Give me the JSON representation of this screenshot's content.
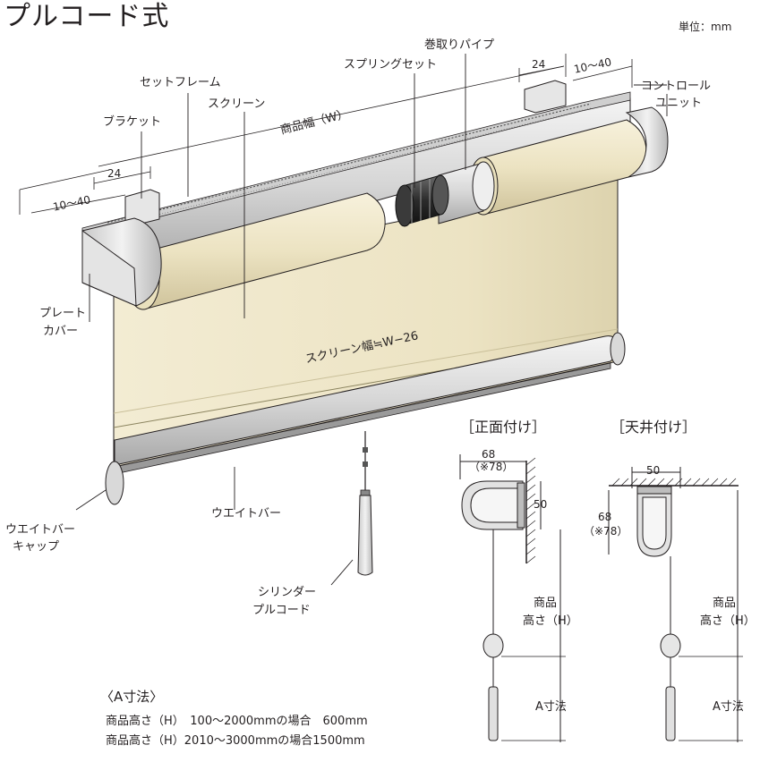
{
  "title": "プルコード式",
  "unit": "単位：mm",
  "labels": {
    "set_frame": "セットフレーム",
    "bracket": "ブラケット",
    "screen": "スクリーン",
    "product_width": "商品幅（W）",
    "spring_set": "スプリングセット",
    "winding_pipe": "巻取りパイプ",
    "control_unit_1": "コントロール",
    "control_unit_2": "ユニット",
    "plate_cover_1": "プレート",
    "plate_cover_2": "カバー",
    "screen_width": "スクリーン幅≒W−26",
    "weight_bar": "ウエイトバー",
    "weight_bar_cap_1": "ウエイトバー",
    "weight_bar_cap_2": "キャップ",
    "cylinder_cord_1": "シリンダー",
    "cylinder_cord_2": "プルコード"
  },
  "dims": {
    "left_24": "24",
    "left_10_40": "10～40",
    "right_24": "24",
    "right_10_40": "10～40"
  },
  "front_mount": {
    "heading": "［正面付け］",
    "depth": "68",
    "depth_alt": "（※78）",
    "height": "50",
    "product_height_1": "商品",
    "product_height_2": "高さ（H）",
    "a_dim": "A寸法"
  },
  "ceiling_mount": {
    "heading": "［天井付け］",
    "width": "50",
    "depth": "68",
    "depth_alt": "（※78）",
    "product_height_1": "商品",
    "product_height_2": "高さ（H）",
    "a_dim": "A寸法"
  },
  "a_note": {
    "heading": "〈A寸法〉",
    "line1": "商品高さ（H）　100～2000mmの場合　600mm",
    "line2": "商品高さ（H）2010～3000mmの場合1500mm"
  },
  "colors": {
    "screen": "#efe7c9",
    "screen_shade": "#d9cfa9",
    "metal": "#dcdcdc",
    "metal_dark": "#9c9c9c",
    "line": "#231f20"
  }
}
